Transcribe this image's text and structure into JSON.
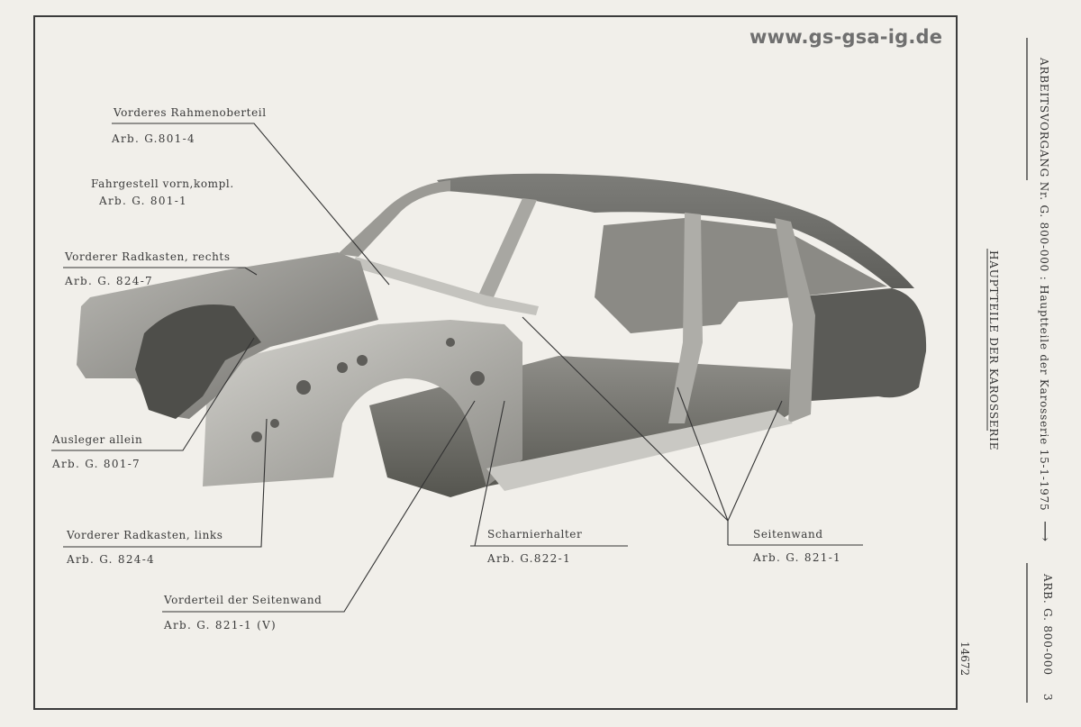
{
  "watermark": "www.gs-gsa-ig.de",
  "labels": {
    "vorderes_rahmenoberteil": "Vorderes Rahmenoberteil",
    "vorderes_rahmenoberteil_ref": "Arb. G.801-4",
    "fahrgestell": "Fahrgestell vorn,kompl.",
    "fahrgestell_ref": "Arb. G. 801-1",
    "radkasten_rechts": "Vorderer Radkasten, rechts",
    "radkasten_rechts_ref": "Arb. G. 824-7",
    "ausleger": "Ausleger allein",
    "ausleger_ref": "Arb. G. 801-7",
    "radkasten_links": "Vorderer Radkasten, links",
    "radkasten_links_ref": "Arb. G. 824-4",
    "vorderteil_seitenwand": "Vorderteil der Seitenwand",
    "vorderteil_seitenwand_ref": "Arb. G. 821-1 (V)",
    "scharnierhalter": "Scharnierhalter",
    "scharnierhalter_ref": "Arb. G.822-1",
    "seitenwand": "Seitenwand",
    "seitenwand_ref": "Arb. G. 821-1"
  },
  "side": {
    "header": "ARBEITSVORGANG Nr. G. 800-000 : Hauptteile der Karosserie 15-1-1975",
    "arrow": "⟶",
    "section_title": "HAUPTTEILE DER KAROSSERIE",
    "ref": "ARB. G. 800-000",
    "page": "3"
  },
  "figure_number": "14672"
}
